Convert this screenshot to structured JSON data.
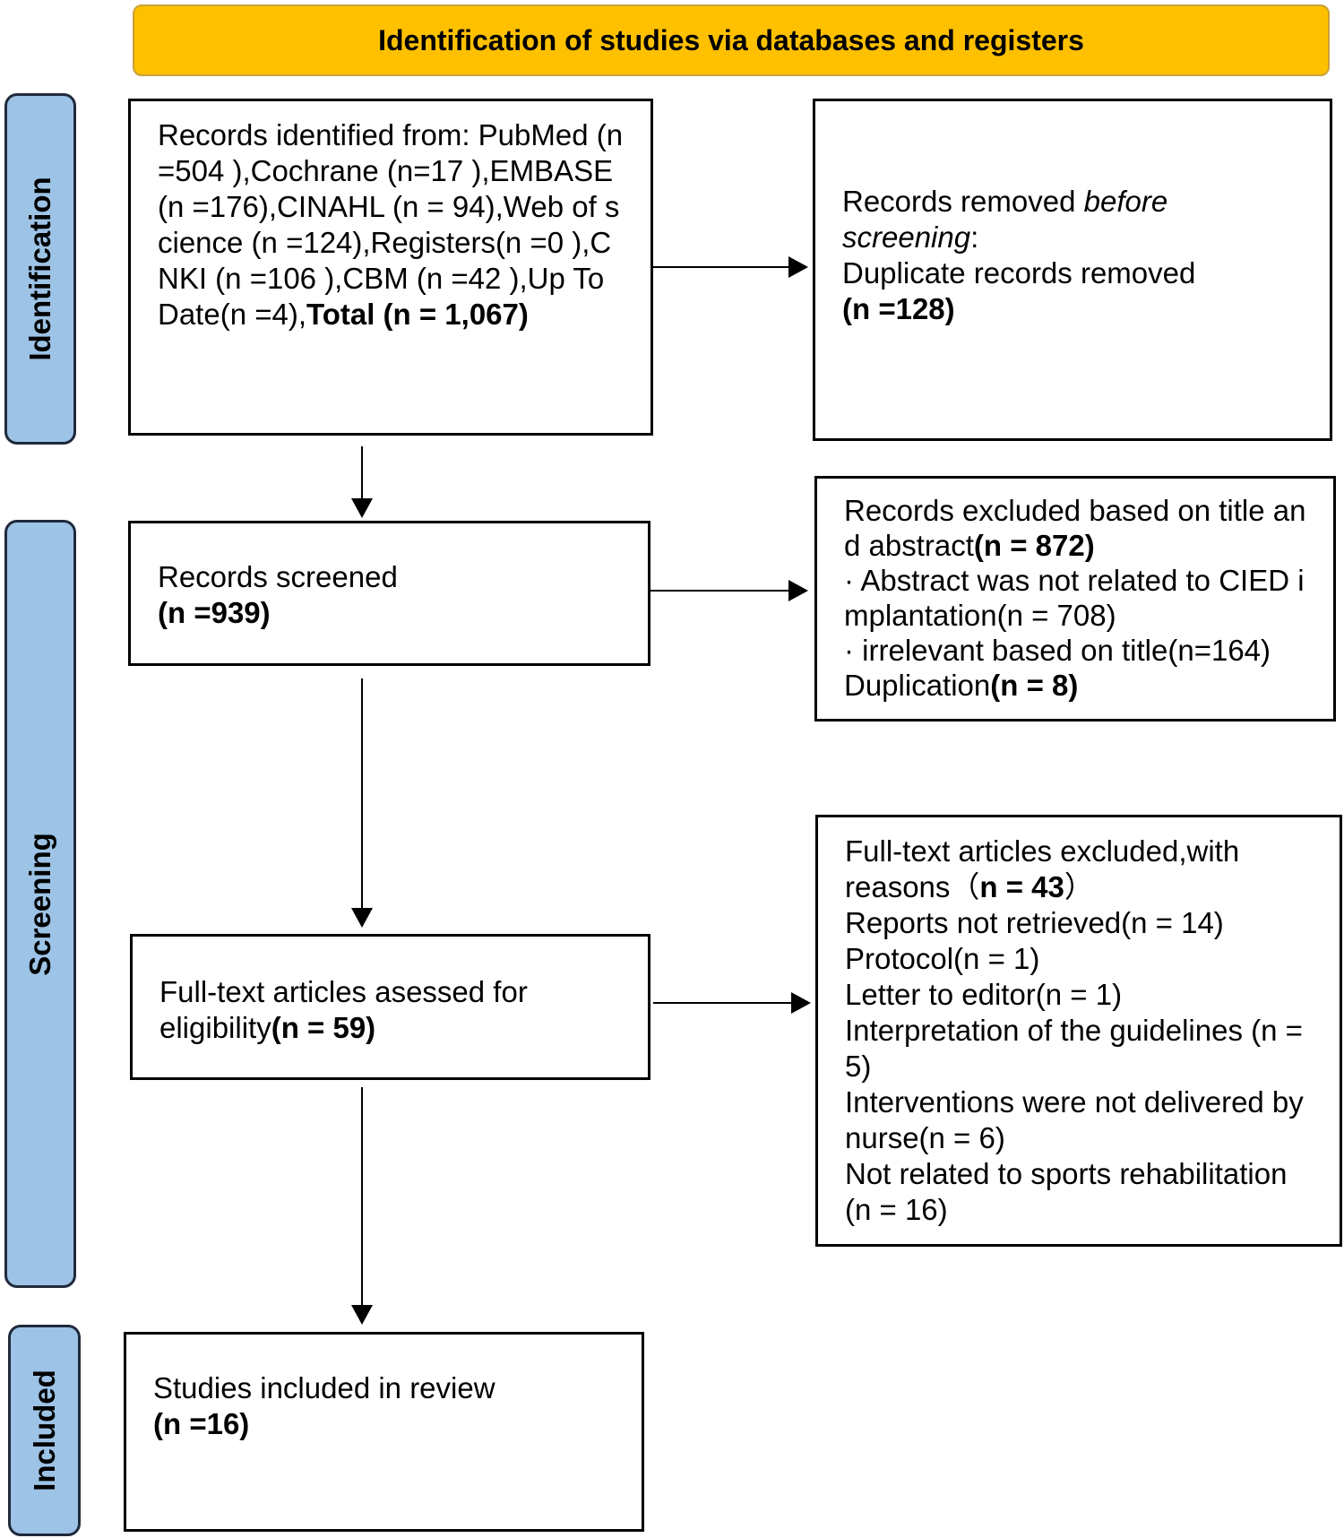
{
  "header": {
    "title": "Identification of studies via databases and registers",
    "color": "#FFC000"
  },
  "phases": {
    "identification": "Identification",
    "screening": "Screening",
    "included": "Included",
    "color": "#9DC3E6"
  },
  "identified": {
    "text": "Records identified from: PubMed (n=504 ),Cochrane (n=17 ),EMBASE (n =176),CINAHL (n = 94),Web of science (n =124),Registers(n =0 ),CNKI (n =106 ),CBM (n =42 ),Up To Date(n =4),",
    "total": "Total (n = 1,067)"
  },
  "removed": {
    "line1": "Records removed ",
    "italic1": "before screening",
    "colon": ":",
    "line2": "Duplicate records removed",
    "count": "(n =128)"
  },
  "screened": {
    "label": "Records screened",
    "count": "(n =939)"
  },
  "excluded": {
    "label": "Records excluded based on title and abstract",
    "count": "(n = 872)",
    "reason1": "· Abstract was not related to CIED implantation(n = 708)",
    "reason2": "· irrelevant based on title(n=164)",
    "reason3": "Duplication",
    "reason3_count": "(n = 8)"
  },
  "fulltext": {
    "label": "Full-text articles asessed for eligibility",
    "count": "(n = 59)"
  },
  "fulltext_excluded": {
    "label": "Full-text articles excluded,with reasons（",
    "count": "n = 43",
    "close": "）",
    "reasons": [
      "Reports not retrieved(n = 14)",
      "Protocol(n = 1)",
      "Letter to editor(n = 1)",
      "Interpretation of the guidelines (n = 5)",
      "Interventions were not delivered by nurse(n = 6)",
      "Not related to sports rehabilitation (n = 16)"
    ]
  },
  "included": {
    "label": "Studies included in review",
    "count": "(n =16)"
  }
}
